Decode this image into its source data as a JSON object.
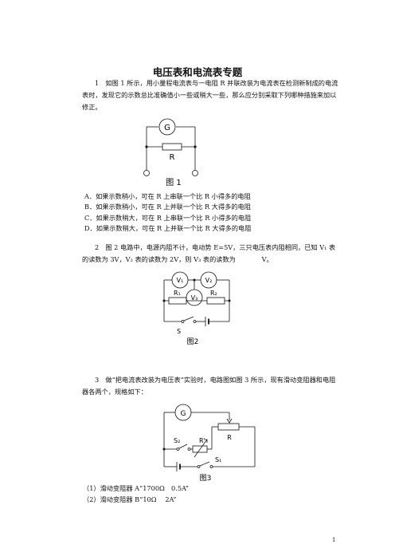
{
  "title": "电压表和电流表专题",
  "q1": {
    "text": "1　如图 1 所示，用小量程电流表与一电阻 R 并联改装为电流表在检测新制成的电流表时，发现它的示数总比准确值小一些或稍大一些，那么应分别采取下列哪种措施来加以修正。",
    "figure": {
      "meter": "G",
      "resistor": "R",
      "caption": "图 1"
    },
    "options": [
      "A．如果示数稍小，可在 R 上串联一个比 R 小得多的电阻",
      "B．如果示数稍小，可在 R 上并联一个比 R 大得多的电阻",
      "C．如果示数稍大，可在 R 上串联一个比 R 小得多的电阻",
      "D．如果示数稍大，可在 R 上并联一个比 R 大得多的电阻"
    ]
  },
  "q2": {
    "text": "2　图 2 电路中，电源内阻不计，电动势 E=5V，三只电压表内阻相同，已知 V₁ 表的读数为 3V，V₂ 表的读数为 2V，则 V₃ 表的读数为　　　　V。",
    "figure": {
      "v1": "V₁",
      "v2": "V₂",
      "v3": "V₃",
      "r1": "R₁",
      "r2": "R₂",
      "switch": "S",
      "caption": "图2"
    }
  },
  "q3": {
    "text": "3　做“把电流表改装为电压表”实验时，电路图如图 3 所示，现有滑动变阻器和电阻器各两个，规格如下：",
    "figure": {
      "meter": "G",
      "rheostat": "R",
      "resistor": "R′",
      "s2": "S₂",
      "s1": "S₁",
      "caption": "图3"
    },
    "items": [
      "（1）滑动变阻器 A“1700Ω　0.5A”",
      "（2）滑动变阻器 B“10Ω　 2A”"
    ]
  },
  "page_number": "1"
}
